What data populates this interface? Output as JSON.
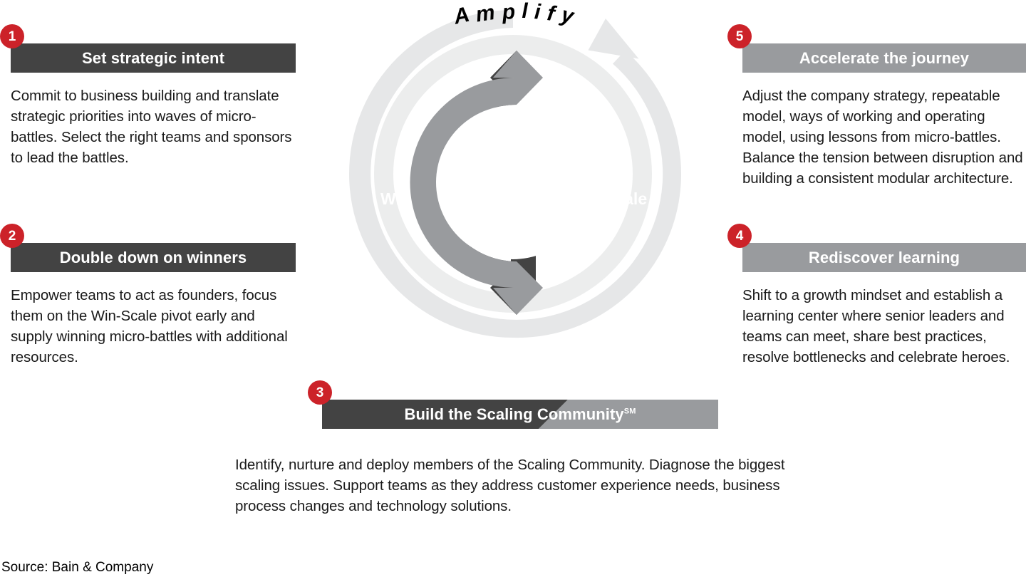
{
  "title": "Amplify",
  "colors": {
    "dark": "#434343",
    "gray": "#999b9e",
    "badge_red": "#cc2229",
    "outer_ring": "#e6e7e8",
    "text": "#1a1a1a"
  },
  "wheel": {
    "center_label": "Amplify",
    "left_arc_label": "Win",
    "right_arc_label": "Scale"
  },
  "steps": [
    {
      "number": "1",
      "title": "Set strategic intent",
      "body": "Commit to business building and translate strategic priorities into waves of micro-battles. Select the right teams and sponsors to lead the battles.",
      "header_style": "dark",
      "position": "left-top"
    },
    {
      "number": "2",
      "title": "Double down on winners",
      "body": "Empower teams to act as founders, focus them on the Win-Scale pivot early and supply winning micro-battles with additional resources.",
      "header_style": "dark",
      "position": "left-bottom"
    },
    {
      "number": "3",
      "title": "Build the Scaling Community",
      "title_superscript": "SM",
      "body": "Identify, nurture and deploy members of the Scaling Community. Diagnose the biggest scaling issues. Support teams as they address customer experience needs, business process changes and technology solutions.",
      "header_style": "split",
      "position": "bottom-center"
    },
    {
      "number": "4",
      "title": "Rediscover learning",
      "body": "Shift to a growth mindset and establish a learning center where senior leaders and teams can meet, share best practices, resolve bottlenecks and celebrate heroes.",
      "header_style": "gray",
      "position": "right-bottom"
    },
    {
      "number": "5",
      "title": "Accelerate the journey",
      "body": "Adjust the company strategy, repeatable model, ways of working and operating model, using lessons from micro-battles. Balance the tension between disruption and building a consistent modular architecture.",
      "header_style": "gray",
      "position": "right-top"
    }
  ],
  "footer": {
    "source": "Source: Bain & Company"
  }
}
